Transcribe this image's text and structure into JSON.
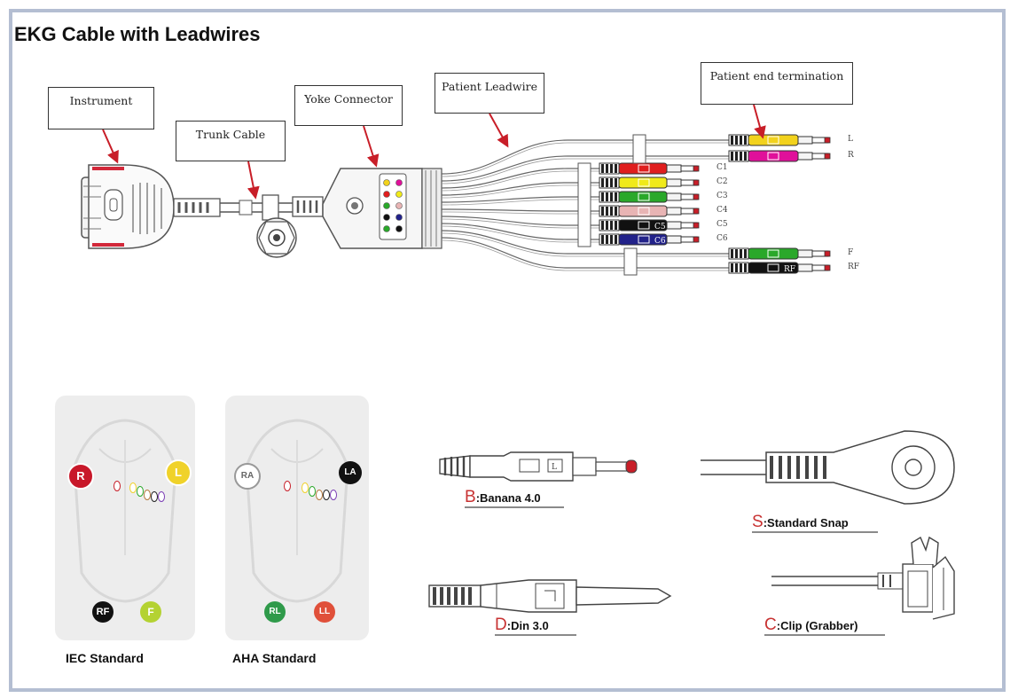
{
  "title": "EKG Cable with Leadwires",
  "callouts": {
    "instrument": "Instrument",
    "trunk_cable": "Trunk Cable",
    "yoke_connector": "Yoke Connector",
    "patient_leadwire": "Patient Leadwire",
    "patient_end_termination": "Patient end termination"
  },
  "leadwires": [
    {
      "id": "l",
      "label": "L",
      "color": "#f2d21c"
    },
    {
      "id": "r",
      "label": "R",
      "color": "#e0109a"
    },
    {
      "id": "c1",
      "label": "C1",
      "color": "#e01e1e"
    },
    {
      "id": "c2",
      "label": "C2",
      "color": "#f0ea1a"
    },
    {
      "id": "c3",
      "label": "C3",
      "color": "#2aa82a"
    },
    {
      "id": "c4",
      "label": "C4",
      "color": "#e8b4b4"
    },
    {
      "id": "c5",
      "label": "C5",
      "color": "#111111",
      "body_text": "C5"
    },
    {
      "id": "c6",
      "label": "C6",
      "color": "#22228a",
      "body_text": "C6"
    },
    {
      "id": "f",
      "label": "F",
      "color": "#2aa82a"
    },
    {
      "id": "rf",
      "label": "RF",
      "color": "#111111",
      "body_text": "RF"
    }
  ],
  "connectors": {
    "banana": {
      "letter": "B",
      "text": ":Banana 4.0"
    },
    "snap": {
      "letter": "S",
      "text": ":Standard Snap"
    },
    "din": {
      "letter": "D",
      "text": ":Din 3.0"
    },
    "clip": {
      "letter": "C",
      "text": ":Clip (Grabber)"
    }
  },
  "standards": {
    "iec": {
      "caption": "IEC Standard",
      "electrodes": {
        "r": {
          "label": "R",
          "color": "#c8182a"
        },
        "l": {
          "label": "L",
          "color": "#f0d22a"
        },
        "rf": {
          "label": "RF",
          "color": "#111111"
        },
        "f": {
          "label": "F",
          "color": "#b4d232"
        }
      }
    },
    "aha": {
      "caption": "AHA Standard",
      "electrodes": {
        "ra": {
          "label": "RA",
          "color": "#ffffff"
        },
        "la": {
          "label": "LA",
          "color": "#111111"
        },
        "rl": {
          "label": "RL",
          "color": "#2f9a4a"
        },
        "ll": {
          "label": "LL",
          "color": "#e0503a"
        }
      }
    }
  }
}
